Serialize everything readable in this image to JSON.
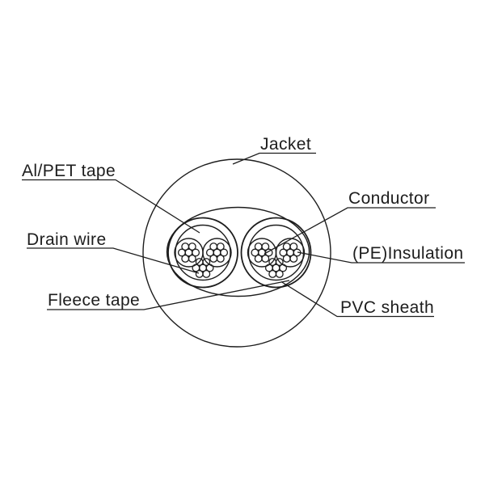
{
  "diagram": {
    "type": "cable-cross-section",
    "labels": {
      "jacket": "Jacket",
      "al_pet_tape": "Al/PET tape",
      "drain_wire": "Drain wire",
      "fleece_tape": "Fleece tape",
      "conductor": "Conductor",
      "pe_insulation": "(PE)Insulation",
      "pvc_sheath": "PVC sheath"
    },
    "colors": {
      "line": "#1d1d1d",
      "background": "#ffffff"
    }
  }
}
